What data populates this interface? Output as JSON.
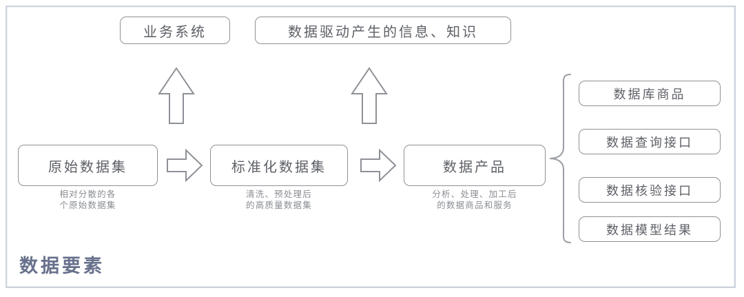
{
  "diagram": {
    "title": "数据要素",
    "outputs_row": {
      "business_system": "业务系统",
      "knowledge": "数据驱动产生的信息、知识"
    },
    "pipeline": [
      {
        "label": "原始数据集",
        "caption": "相对分散的各\n个原始数据集"
      },
      {
        "label": "标准化数据集",
        "caption": "清洗、预处理后\n的高质量数据集"
      },
      {
        "label": "数据产品",
        "caption": "分析、处理、加工后\n的数据商品和服务"
      }
    ],
    "product_types": [
      "数据库商品",
      "数据查询接口",
      "数据核验接口",
      "数据模型结果"
    ],
    "connectors": {
      "up_arrow_1": "up-arrow",
      "up_arrow_2": "up-arrow",
      "right_arrow_1": "right-arrow",
      "right_arrow_2": "right-arrow",
      "brace": "curly-brace"
    },
    "colors": {
      "box_border": "#8d9096",
      "box_text": "#5d6066",
      "caption_text": "#8a8d93",
      "title_text": "#68718c",
      "frame_border": "#cdd2dc",
      "background": "#ffffff"
    }
  }
}
